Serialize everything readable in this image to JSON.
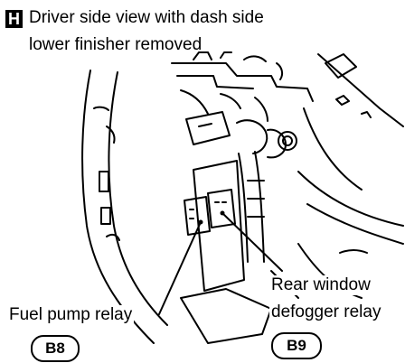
{
  "heading": {
    "letter": "H",
    "line1": "Driver side view with dash side",
    "line2": "lower finisher removed"
  },
  "callouts": {
    "fuel_pump": {
      "label": "Fuel pump relay",
      "badge": "B8"
    },
    "rear_window": {
      "label_line1": "Rear window",
      "label_line2": "defogger relay",
      "badge": "B9"
    }
  }
}
